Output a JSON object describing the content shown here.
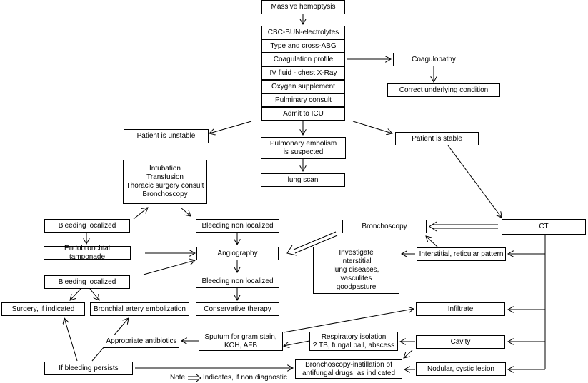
{
  "boxes": {
    "massive_hemoptysis": "Massive hemoptysis",
    "cbc": "CBC-BUN-electrolytes",
    "type_cross": "Type and cross-ABG",
    "coag_profile": "Coagulation profile",
    "iv_fluid": "IV fluid - chest X-Ray",
    "oxygen": "Oxygen supplement",
    "pulm_consult": "Pulminary consult",
    "admit_icu": "Admit to ICU",
    "coagulopathy": "Coagulopathy",
    "correct_condition": "Correct underlying condition",
    "unstable": "Patient is unstable",
    "stable": "Patient is stable",
    "pe_line1": "Pulmonary embolism",
    "pe_line2": "is suspected",
    "lung_scan": "lung scan",
    "intub_1": "Intubation",
    "intub_2": "Transfusion",
    "intub_3": "Thoracic surgery consult",
    "intub_4": "Bronchoscopy",
    "bleeding_localized_1": "Bleeding localized",
    "endobronchial": "Endobronchial tamponade",
    "bleeding_localized_2": "Bleeding localized",
    "surgery": "Surgery, if indicated",
    "bronchial_embol": "Bronchial artery embolization",
    "bleeding_nonlocal_1": "Bleeding non localized",
    "angiography": "Angiography",
    "bleeding_nonlocal_2": "Bleeding non localized",
    "conservative": "Conservative therapy",
    "bronchoscopy": "Bronchoscopy",
    "ct": "CT",
    "interstitial": "Interstitial, reticular pattern",
    "investigate_1": "Investigate",
    "investigate_2": "interstitial",
    "investigate_3": "lung diseases,",
    "investigate_4": "vasculites",
    "investigate_5": "goodpasture",
    "infiltrate": "Infiltrate",
    "cavity": "Cavity",
    "nodular": "Nodular, cystic lesion",
    "resp_1": "Respiratory isolation",
    "resp_2": "? TB, fungal ball, abscess",
    "sputum_1": "Sputum for gram stain,",
    "sputum_2": "KOH, AFB",
    "antibiotics": "Appropriate antibiotics",
    "if_bleeding": "If bleeding persists",
    "broncho_instill_1": "Bronchoscopy-instillation of",
    "broncho_instill_2": "antifungal drugs, as indicated"
  },
  "note": {
    "prefix": "Note:",
    "text": "Indicates, if non diagnostic"
  }
}
